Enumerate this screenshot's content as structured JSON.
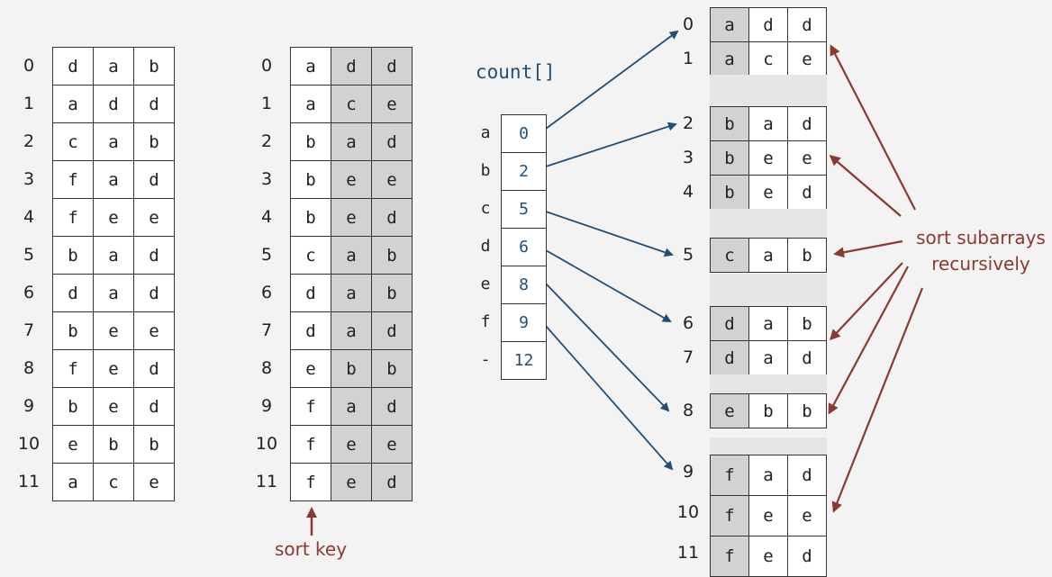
{
  "left_table": {
    "indices": [
      "0",
      "1",
      "2",
      "3",
      "4",
      "5",
      "6",
      "7",
      "8",
      "9",
      "10",
      "11"
    ],
    "rows": [
      [
        "d",
        "a",
        "b"
      ],
      [
        "a",
        "d",
        "d"
      ],
      [
        "c",
        "a",
        "b"
      ],
      [
        "f",
        "a",
        "d"
      ],
      [
        "f",
        "e",
        "e"
      ],
      [
        "b",
        "a",
        "d"
      ],
      [
        "d",
        "a",
        "d"
      ],
      [
        "b",
        "e",
        "e"
      ],
      [
        "f",
        "e",
        "d"
      ],
      [
        "b",
        "e",
        "d"
      ],
      [
        "e",
        "b",
        "b"
      ],
      [
        "a",
        "c",
        "e"
      ]
    ]
  },
  "middle_table": {
    "indices": [
      "0",
      "1",
      "2",
      "3",
      "4",
      "5",
      "6",
      "7",
      "8",
      "9",
      "10",
      "11"
    ],
    "rows": [
      [
        "a",
        "d",
        "d"
      ],
      [
        "a",
        "c",
        "e"
      ],
      [
        "b",
        "a",
        "d"
      ],
      [
        "b",
        "e",
        "e"
      ],
      [
        "b",
        "e",
        "d"
      ],
      [
        "c",
        "a",
        "b"
      ],
      [
        "d",
        "a",
        "b"
      ],
      [
        "d",
        "a",
        "d"
      ],
      [
        "e",
        "b",
        "b"
      ],
      [
        "f",
        "a",
        "d"
      ],
      [
        "f",
        "e",
        "e"
      ],
      [
        "f",
        "e",
        "d"
      ]
    ]
  },
  "sort_key_label": "sort key",
  "count": {
    "title": "count[]",
    "letters": [
      "a",
      "b",
      "c",
      "d",
      "e",
      "f",
      "-"
    ],
    "values": [
      "0",
      "2",
      "5",
      "6",
      "8",
      "9",
      "12"
    ]
  },
  "right_groups": [
    {
      "indices": [
        "0",
        "1"
      ],
      "rows": [
        [
          "a",
          "d",
          "d"
        ],
        [
          "a",
          "c",
          "e"
        ]
      ]
    },
    {
      "indices": [
        "2",
        "3",
        "4"
      ],
      "rows": [
        [
          "b",
          "a",
          "d"
        ],
        [
          "b",
          "e",
          "e"
        ],
        [
          "b",
          "e",
          "d"
        ]
      ]
    },
    {
      "indices": [
        "5"
      ],
      "rows": [
        [
          "c",
          "a",
          "b"
        ]
      ]
    },
    {
      "indices": [
        "6",
        "7"
      ],
      "rows": [
        [
          "d",
          "a",
          "b"
        ],
        [
          "d",
          "a",
          "d"
        ]
      ]
    },
    {
      "indices": [
        "8"
      ],
      "rows": [
        [
          "e",
          "b",
          "b"
        ]
      ]
    },
    {
      "indices": [
        "9",
        "10",
        "11"
      ],
      "rows": [
        [
          "f",
          "a",
          "d"
        ],
        [
          "f",
          "e",
          "e"
        ],
        [
          "f",
          "e",
          "d"
        ]
      ]
    }
  ],
  "annotation": {
    "line1": "sort subarrays",
    "line2": "recursively"
  },
  "colors": {
    "blue": "#1f4e79",
    "red": "#8b3a2f",
    "shade": "#d2d2d2"
  }
}
